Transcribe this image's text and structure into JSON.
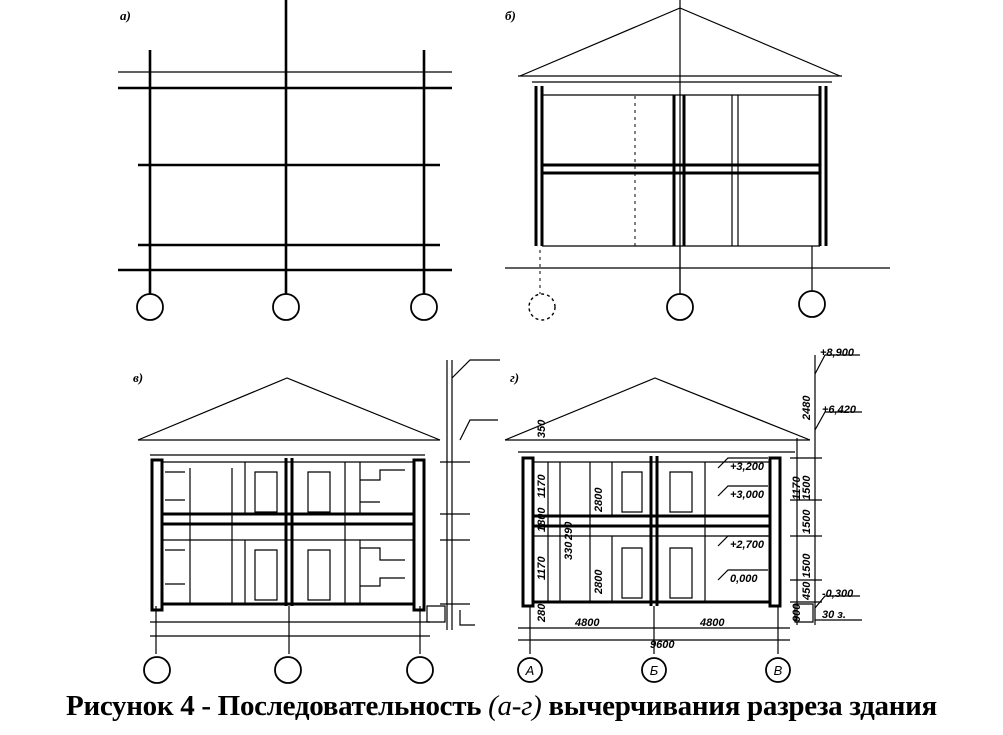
{
  "panels": [
    {
      "id": "a",
      "label": "а)"
    },
    {
      "id": "b",
      "label": "б)"
    },
    {
      "id": "v",
      "label": "в)"
    },
    {
      "id": "g",
      "label": "г)"
    }
  ],
  "axis_labels": [
    "А",
    "Б",
    "В"
  ],
  "levels": {
    "ridge": "+8,900",
    "eaves": "+6,420",
    "floor2_ceiling": "+3,200",
    "floor2": "+3,000",
    "floor1_ceiling": "+2,700",
    "floor1": "0,000",
    "ground": "-0,300"
  },
  "dimensions": {
    "span_left": "4800",
    "span_right": "4800",
    "span_total": "9600",
    "roof_height": "2480",
    "eave_overhang": "350",
    "wall_segment_1": "1500",
    "wall_segment_2": "1500",
    "wall_segment_3": "1500",
    "window_height": "1170",
    "pier_height": "1800",
    "floor_height_2": "2800",
    "floor_height_1": "2800",
    "slab_gap": "330",
    "slab_gap_2": "290",
    "plinth": "900",
    "plinth_2": "450",
    "side_window_1": "1170",
    "side_window_2": "1170",
    "base_height": "280",
    "foundation_note": "30 з."
  },
  "caption": {
    "prefix": "Рисунок 4 - Последовательность ",
    "italic": "(а-г)",
    "suffix": " вычерчивания разреза здания"
  }
}
